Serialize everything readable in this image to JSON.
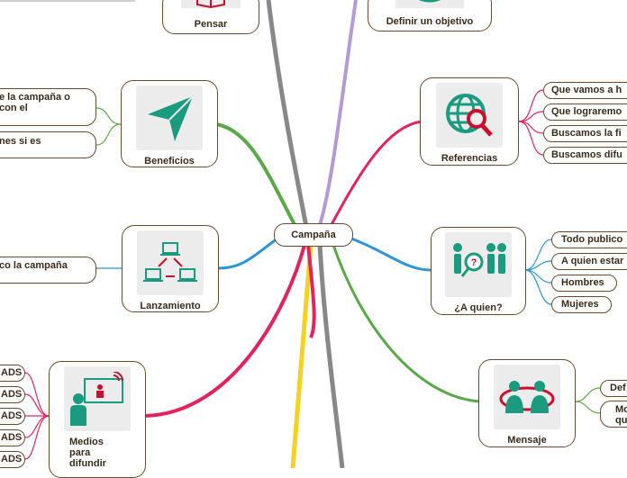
{
  "center": {
    "label": "Campaña"
  },
  "nodes": {
    "pensar": {
      "label": "Pensar",
      "icon": "book-icon"
    },
    "objetivo": {
      "label": "Definir un objetivo",
      "icon": "target-icon"
    },
    "beneficios": {
      "label": "Beneficios",
      "icon": "paper-plane-icon"
    },
    "referencias": {
      "label": "Referencias",
      "icon": "globe-search-icon"
    },
    "lanzamiento": {
      "label": "Lanzamiento",
      "icon": "network-icon"
    },
    "quien": {
      "label": "¿A quien?",
      "icon": "people-question-icon"
    },
    "medios": {
      "label": "Medios para difundir",
      "icon": "presenter-icon"
    },
    "mensaje": {
      "label": "Mensaje",
      "icon": "conversation-icon"
    }
  },
  "leaves": {
    "beneficios": [
      "e la campaña o con el",
      "nes si es"
    ],
    "lanzamiento": [
      "co la campaña"
    ],
    "referencias": [
      "Que vamos a h",
      "Que lograremo",
      "Buscamos la fi",
      "Buscamos difu"
    ],
    "quien": [
      "Todo publico",
      "A quien estar",
      "Hombres",
      "Mujeres"
    ],
    "medios": [
      "ADS",
      "ADS",
      "ADS",
      "ADS",
      "ADS"
    ],
    "mensaje": [
      "Def",
      "Mo qu"
    ]
  },
  "colors": {
    "accent": "#1a9a7e",
    "red": "#c8102e",
    "branch_gray": "#888888",
    "branch_purple": "#b49ad2",
    "branch_green": "#5aa848",
    "branch_pink": "#e0245e",
    "branch_blue": "#2b95d6",
    "branch_yellow": "#f4d21f",
    "border": "#6b4a2b"
  }
}
